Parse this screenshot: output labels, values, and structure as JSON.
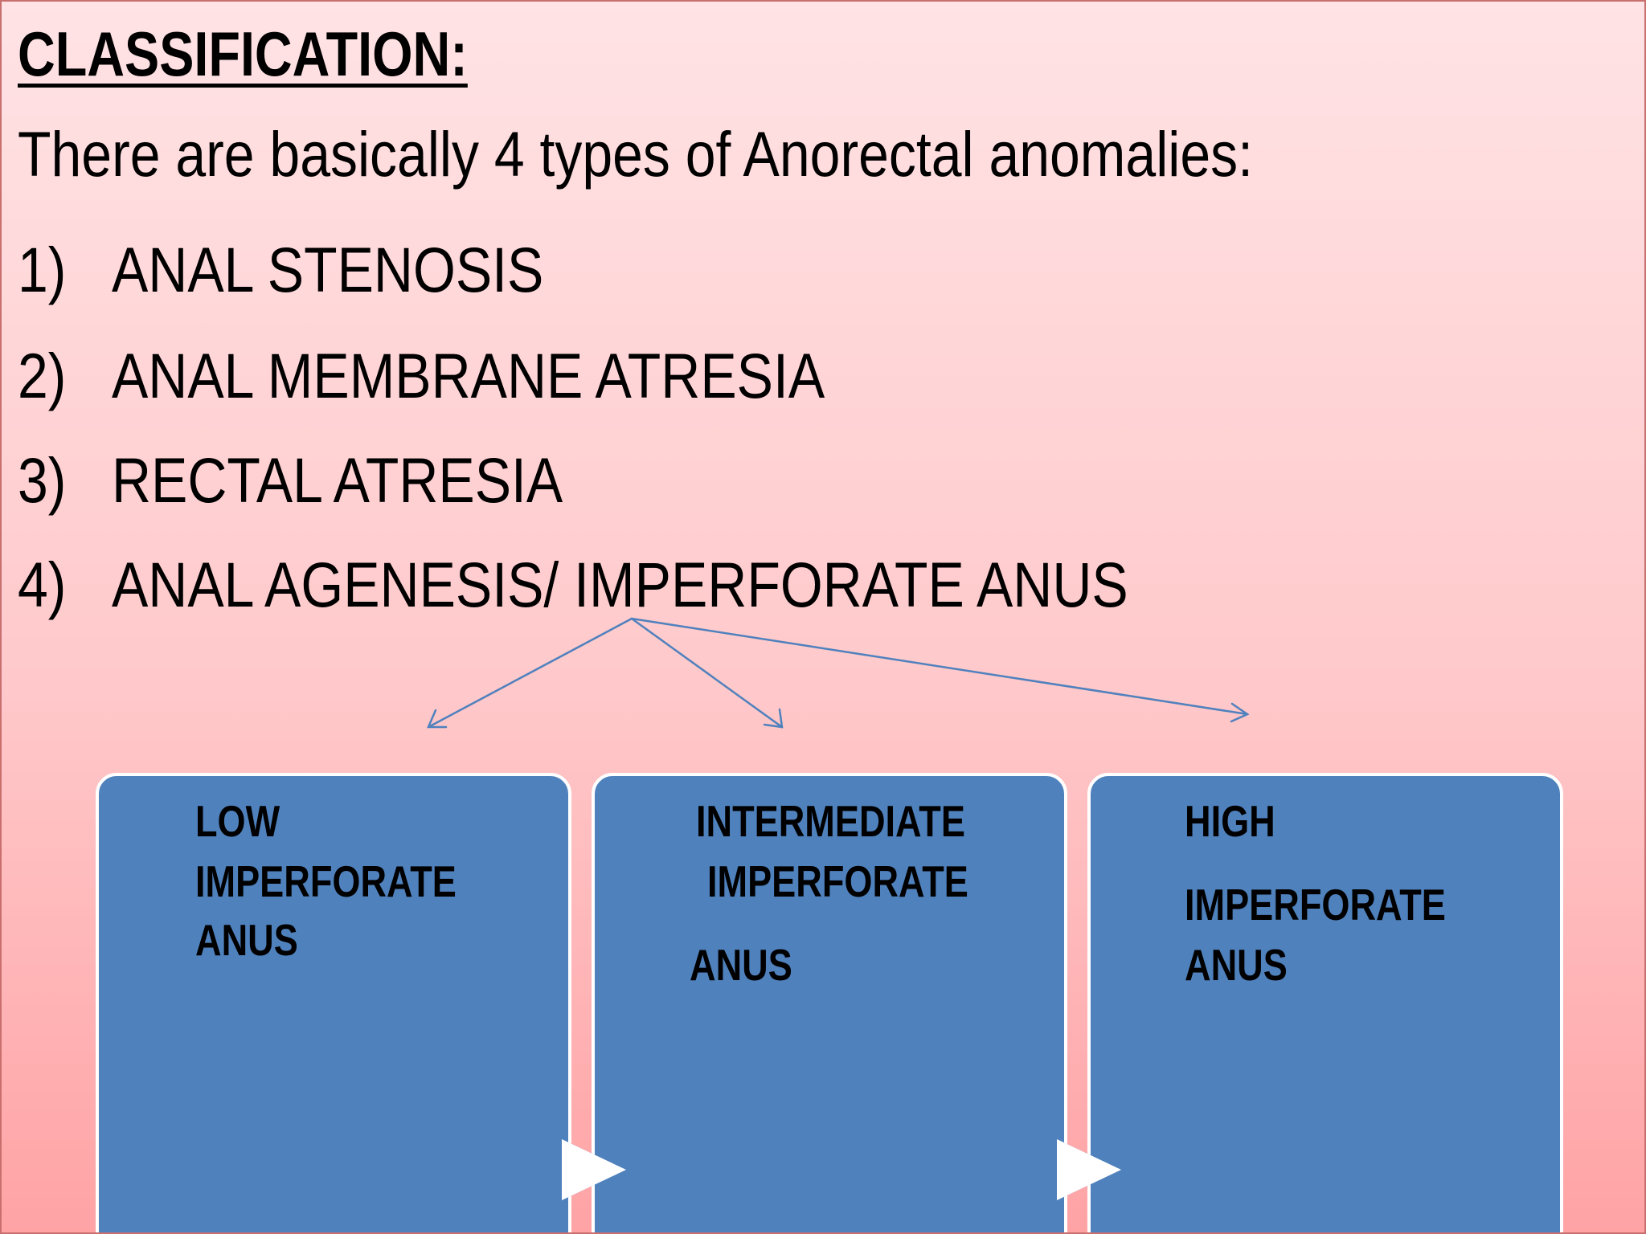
{
  "slide": {
    "heading": "CLASSIFICATION:",
    "intro": "There are basically 4 types of Anorectal anomalies:",
    "list": [
      {
        "num": "1)",
        "text": "ANAL STENOSIS"
      },
      {
        "num": "2)",
        "text": "ANAL MEMBRANE ATRESIA"
      },
      {
        "num": "3)",
        "text": "RECTAL ATRESIA"
      },
      {
        "num": "4)",
        "text": "ANAL AGENESIS/ IMPERFORATE ANUS"
      }
    ],
    "boxes": [
      {
        "lines": [
          "LOW",
          "IMPERFORATE",
          "ANUS"
        ]
      },
      {
        "lines": [
          "INTERMEDIATE",
          "IMPERFORATE",
          "ANUS"
        ]
      },
      {
        "lines": [
          "HIGH",
          "IMPERFORATE",
          "ANUS"
        ]
      }
    ]
  },
  "colors": {
    "background_top": "#FFE3E5",
    "background_bottom": "#FFA3A5",
    "box_fill": "#4F81BD",
    "box_border": "#FFFFFF",
    "arrow_stroke": "#4F81BD",
    "text": "#000000"
  }
}
